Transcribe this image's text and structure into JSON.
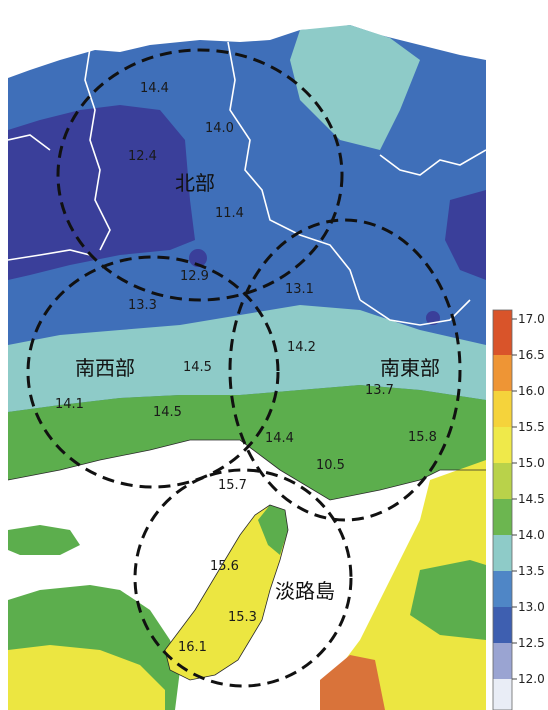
{
  "regions": {
    "north": "北部",
    "southwest": "南西部",
    "southeast": "南東部",
    "awaji": "淡路島"
  },
  "values": [
    "14.4",
    "14.0",
    "12.4",
    "11.4",
    "12.9",
    "13.3",
    "13.1",
    "14.2",
    "14.5",
    "14.1",
    "14.5",
    "13.7",
    "14.4",
    "15.8",
    "10.5",
    "15.7",
    "15.6",
    "15.3",
    "16.1"
  ],
  "legend": {
    "ticks": [
      "17.0",
      "16.5",
      "16.0",
      "15.5",
      "15.0",
      "14.5",
      "14.0",
      "13.5",
      "13.0",
      "12.5",
      "12.0"
    ],
    "colors": [
      "#d9542a",
      "#ee9535",
      "#f5d33b",
      "#efe94a",
      "#b9d24a",
      "#6cb650",
      "#8ecbc8",
      "#4f86c6",
      "#3e5fb0",
      "#9aa4d2",
      "#e9edf6"
    ]
  },
  "colors": {
    "sea": "#ffffff",
    "deep_blue": "#3a3f9a",
    "mid_blue": "#3f6fb9",
    "light_blue": "#8ecbc8",
    "green": "#5cae4d",
    "yellow": "#ece641",
    "orange": "#d9733a"
  }
}
